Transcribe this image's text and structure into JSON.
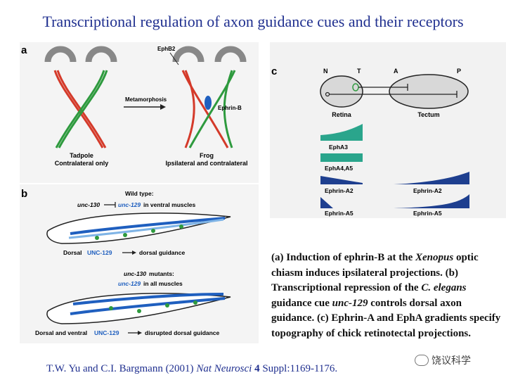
{
  "title": "Transcriptional regulation of axon guidance cues and their receptors",
  "panel_a": {
    "letter": "a",
    "label_ephb2": "EphB2",
    "label_metamorphosis": "Metamorphosis",
    "label_ephrinb": "Ephrin-B",
    "tadpole_line1": "Tadpole",
    "tadpole_line2": "Contralateral only",
    "frog_line1": "Frog",
    "frog_line2": "Ipsilateral and contralateral"
  },
  "panel_b": {
    "letter": "b",
    "wild_type": "Wild type:",
    "unc130": "unc-130",
    "unc129": "unc-129",
    "in_ventral": "in ventral muscles",
    "dorsal": "Dorsal",
    "unc129_protein": "UNC-129",
    "dorsal_guidance": "dorsal guidance",
    "mutants_label": "unc-130",
    "mutants_word": "mutants:",
    "mut_unc129": "unc-129",
    "in_all": "in all muscles",
    "dorsal_ventral": "Dorsal and ventral",
    "unc129_protein2": "UNC-129",
    "disrupted": "disrupted dorsal guidance"
  },
  "panel_c": {
    "letter": "c",
    "n": "N",
    "t": "T",
    "a": "A",
    "p": "P",
    "retina": "Retina",
    "tectum": "Tectum",
    "epha3": "EphA3",
    "epha4a5": "EphA4,A5",
    "ephrina2_left": "Ephrin-A2",
    "ephrina2_right": "Ephrin-A2",
    "ephrina5_left": "Ephrin-A5",
    "ephrina5_right": "Ephrin-A5"
  },
  "caption": {
    "p1": "(a) Induction of ephrin-B at the ",
    "p1_italic": "Xenopus",
    "p2": " optic chiasm induces ipsilateral projections. (b) Transcriptional repression of the ",
    "p2_italic": "C. elegans",
    "p3": " guidance cue ",
    "p3_italic": "unc-129",
    "p4": " controls dorsal axon guidance. (c) Ephrin-A and EphA gradients specify topography of chick retinotectal projections."
  },
  "citation": {
    "authors": "T.W. Yu and C.I. Bargmann (2001) ",
    "journal": "Nat Neurosci",
    "volume": " 4",
    "pages": " Suppl:1169-1176."
  },
  "watermark": "饶议科学",
  "colors": {
    "title": "#1f2f8f",
    "red": "#d43a2a",
    "green": "#2e9a3e",
    "blue": "#1f5fbf",
    "teal": "#2aa58c",
    "navy": "#1e3f8f"
  }
}
